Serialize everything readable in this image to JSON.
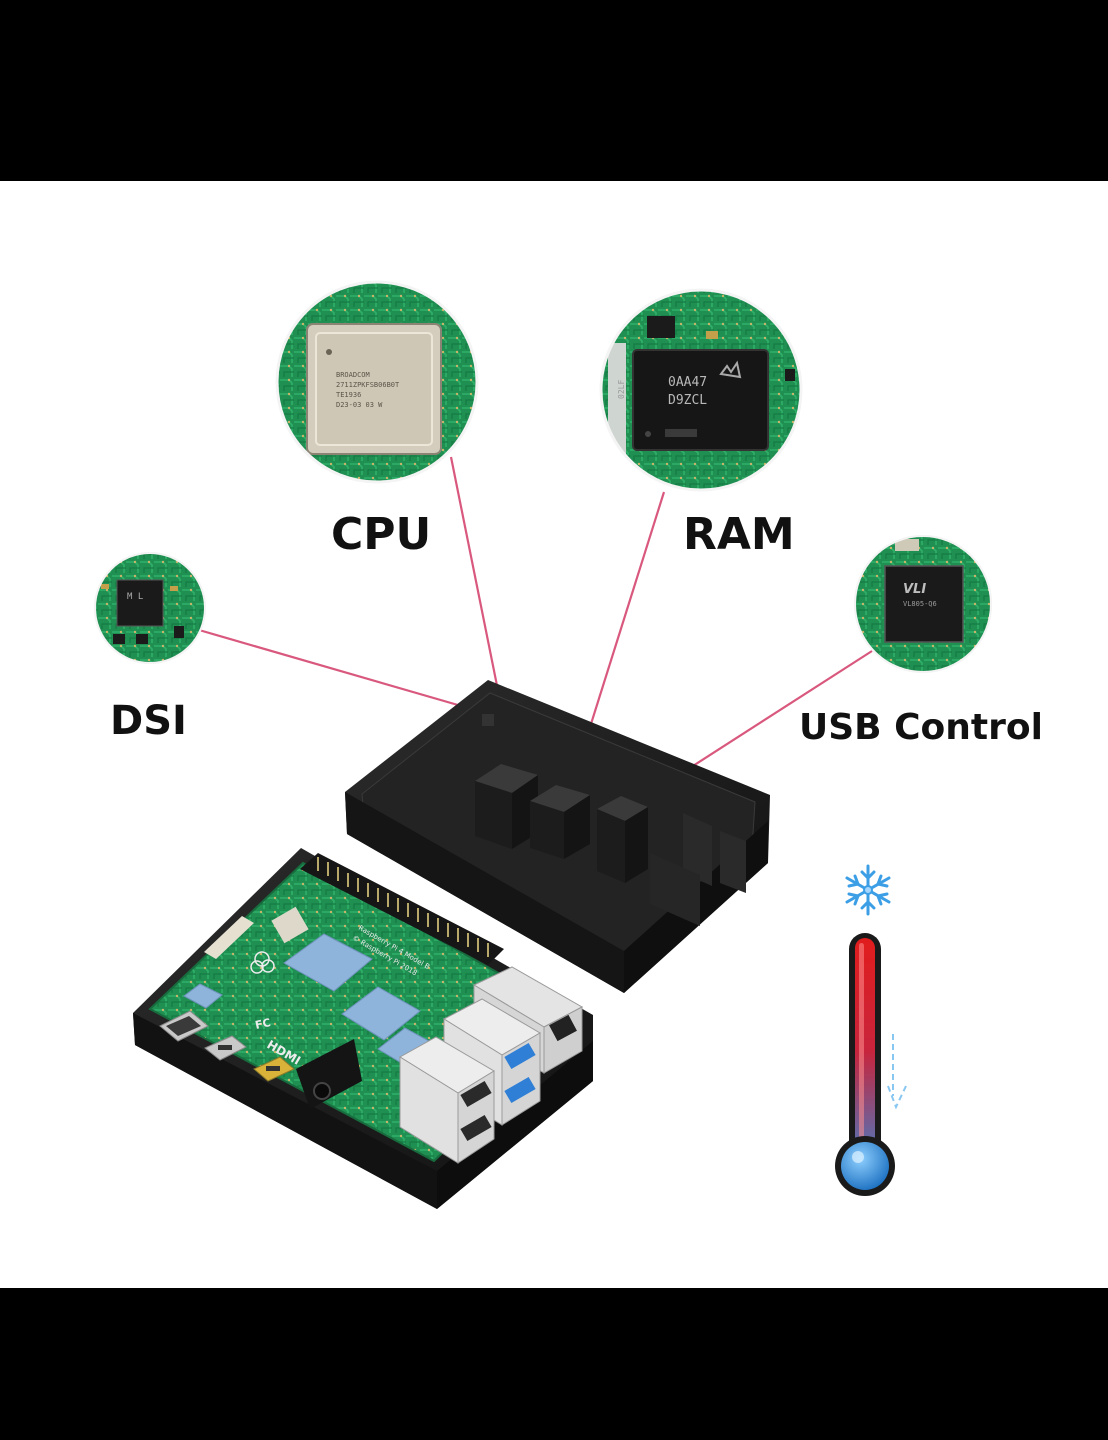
{
  "callouts": {
    "cpu": {
      "label": "CPU",
      "chip_lines": [
        "BROADCOM",
        "2711ZPKFSB06B0T",
        "TE1936",
        "D23-03 03 W"
      ]
    },
    "ram": {
      "label": "RAM",
      "chip_lines": [
        "0AA47",
        "D9ZCL"
      ],
      "side_mark": "02LF"
    },
    "dsi": {
      "label": "DSI",
      "chip_lines": [
        "M L"
      ]
    },
    "usb": {
      "label": "USB Control",
      "chip_lines": [
        "VLI",
        "VL805-Q6"
      ]
    }
  },
  "board": {
    "hdmi_mark": "HDMI",
    "certification_mark": "FC",
    "silkscreen_lines": [
      "Raspberry Pi 4 Model B",
      "© Raspberry Pi 2018"
    ]
  },
  "colors": {
    "callout_line": "#d9587e",
    "pcb_green": "#1f8f52",
    "thermal_pad": "#8fb4dc",
    "case_black": "#1b1b1b",
    "thermometer_hot": "#e11d1d",
    "thermometer_cold": "#2c8fe0"
  },
  "icons": {
    "cooling": "snowflake-icon",
    "temperature": "thermometer-icon"
  }
}
